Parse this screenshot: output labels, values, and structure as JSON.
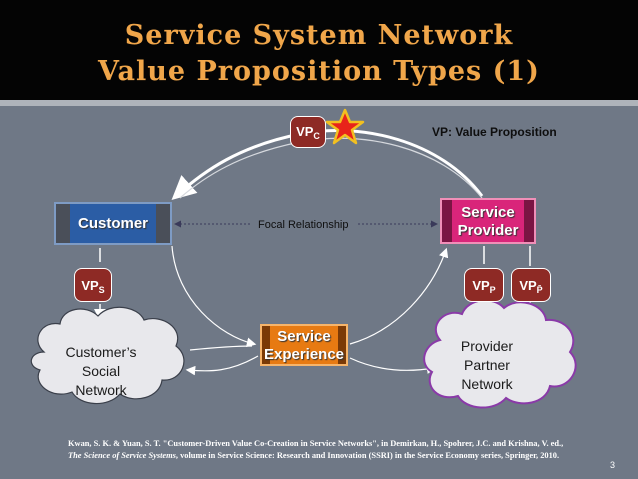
{
  "title": {
    "line1": "Service System Network",
    "line2": "Value Proposition Types (1)"
  },
  "legend": "VP: Value Proposition",
  "nodes": {
    "customer": "Customer",
    "service_provider_line1": "Service",
    "service_provider_line2": "Provider",
    "service_experience_line1": "Service",
    "service_experience_line2": "Experience"
  },
  "clouds": {
    "social_line1": "Customer’s",
    "social_line2": "Social",
    "social_line3": "Network",
    "partner_line1": "Provider",
    "partner_line2": "Partner",
    "partner_line3": "Network"
  },
  "badges": {
    "vpc_main": "VP",
    "vpc_sub": "C",
    "vps_main": "VP",
    "vps_sub": "S",
    "vpp_main": "VP",
    "vpp_sub": "P",
    "vpp_bar_main": "VP",
    "vpp_bar_sub": "P̄"
  },
  "focal_relationship": "Focal Relationship",
  "citation": {
    "line1": "Kwan, S. K. & Yuan, S. T. \"Customer-Driven Value Co-Creation in Service Networks\", in Demirkan, H., Spohrer, J.C. and Krishna, V. ed.,",
    "line2_italic": "The Science of Service Systems",
    "line2_rest": ", volume in Service Science: Research and Innovation (SSRI) in the Service Economy series, Springer, 2010."
  },
  "page_number": "3",
  "colors": {
    "title_text": "#f0a64a",
    "background": "#6f7886",
    "customer": "#2b5da5",
    "provider": "#d9257a",
    "experience": "#e77a12",
    "badge": "#8e2a25",
    "social_cloud": "#e6e6ea",
    "partner_cloud": "#e6e6ea",
    "partner_cloud_border": "#8a3aa8",
    "star": "#e8231a"
  },
  "icons": {
    "star": "red-star-icon"
  }
}
